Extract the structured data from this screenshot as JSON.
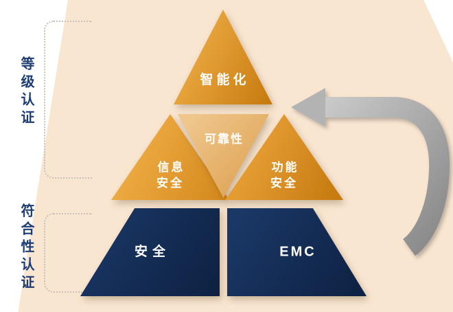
{
  "diagram": {
    "pyramid": {
      "top_triangle": {
        "label": "智能化"
      },
      "middle_left_triangle": {
        "label": "信息\n安全"
      },
      "middle_center_triangle": {
        "label": "可靠性"
      },
      "middle_right_triangle": {
        "label": "功能\n安全"
      },
      "bottom_left_block": {
        "label": "安全"
      },
      "bottom_right_block": {
        "label": "EMC"
      }
    },
    "side_labels": {
      "top": "等级认证",
      "bottom": "符合性认证"
    },
    "colors": {
      "orange_light": "#f2b14a",
      "orange_dark": "#c67a10",
      "tan_light": "#efc68c",
      "tan_dark": "#dd9f4e",
      "navy": "#132a52",
      "peach_band": "#f9e6d1",
      "arrow_gray": "#9a9a9a",
      "side_label_navy": "#1d3c74",
      "bracket_dotted": "#c8c0b6"
    }
  }
}
